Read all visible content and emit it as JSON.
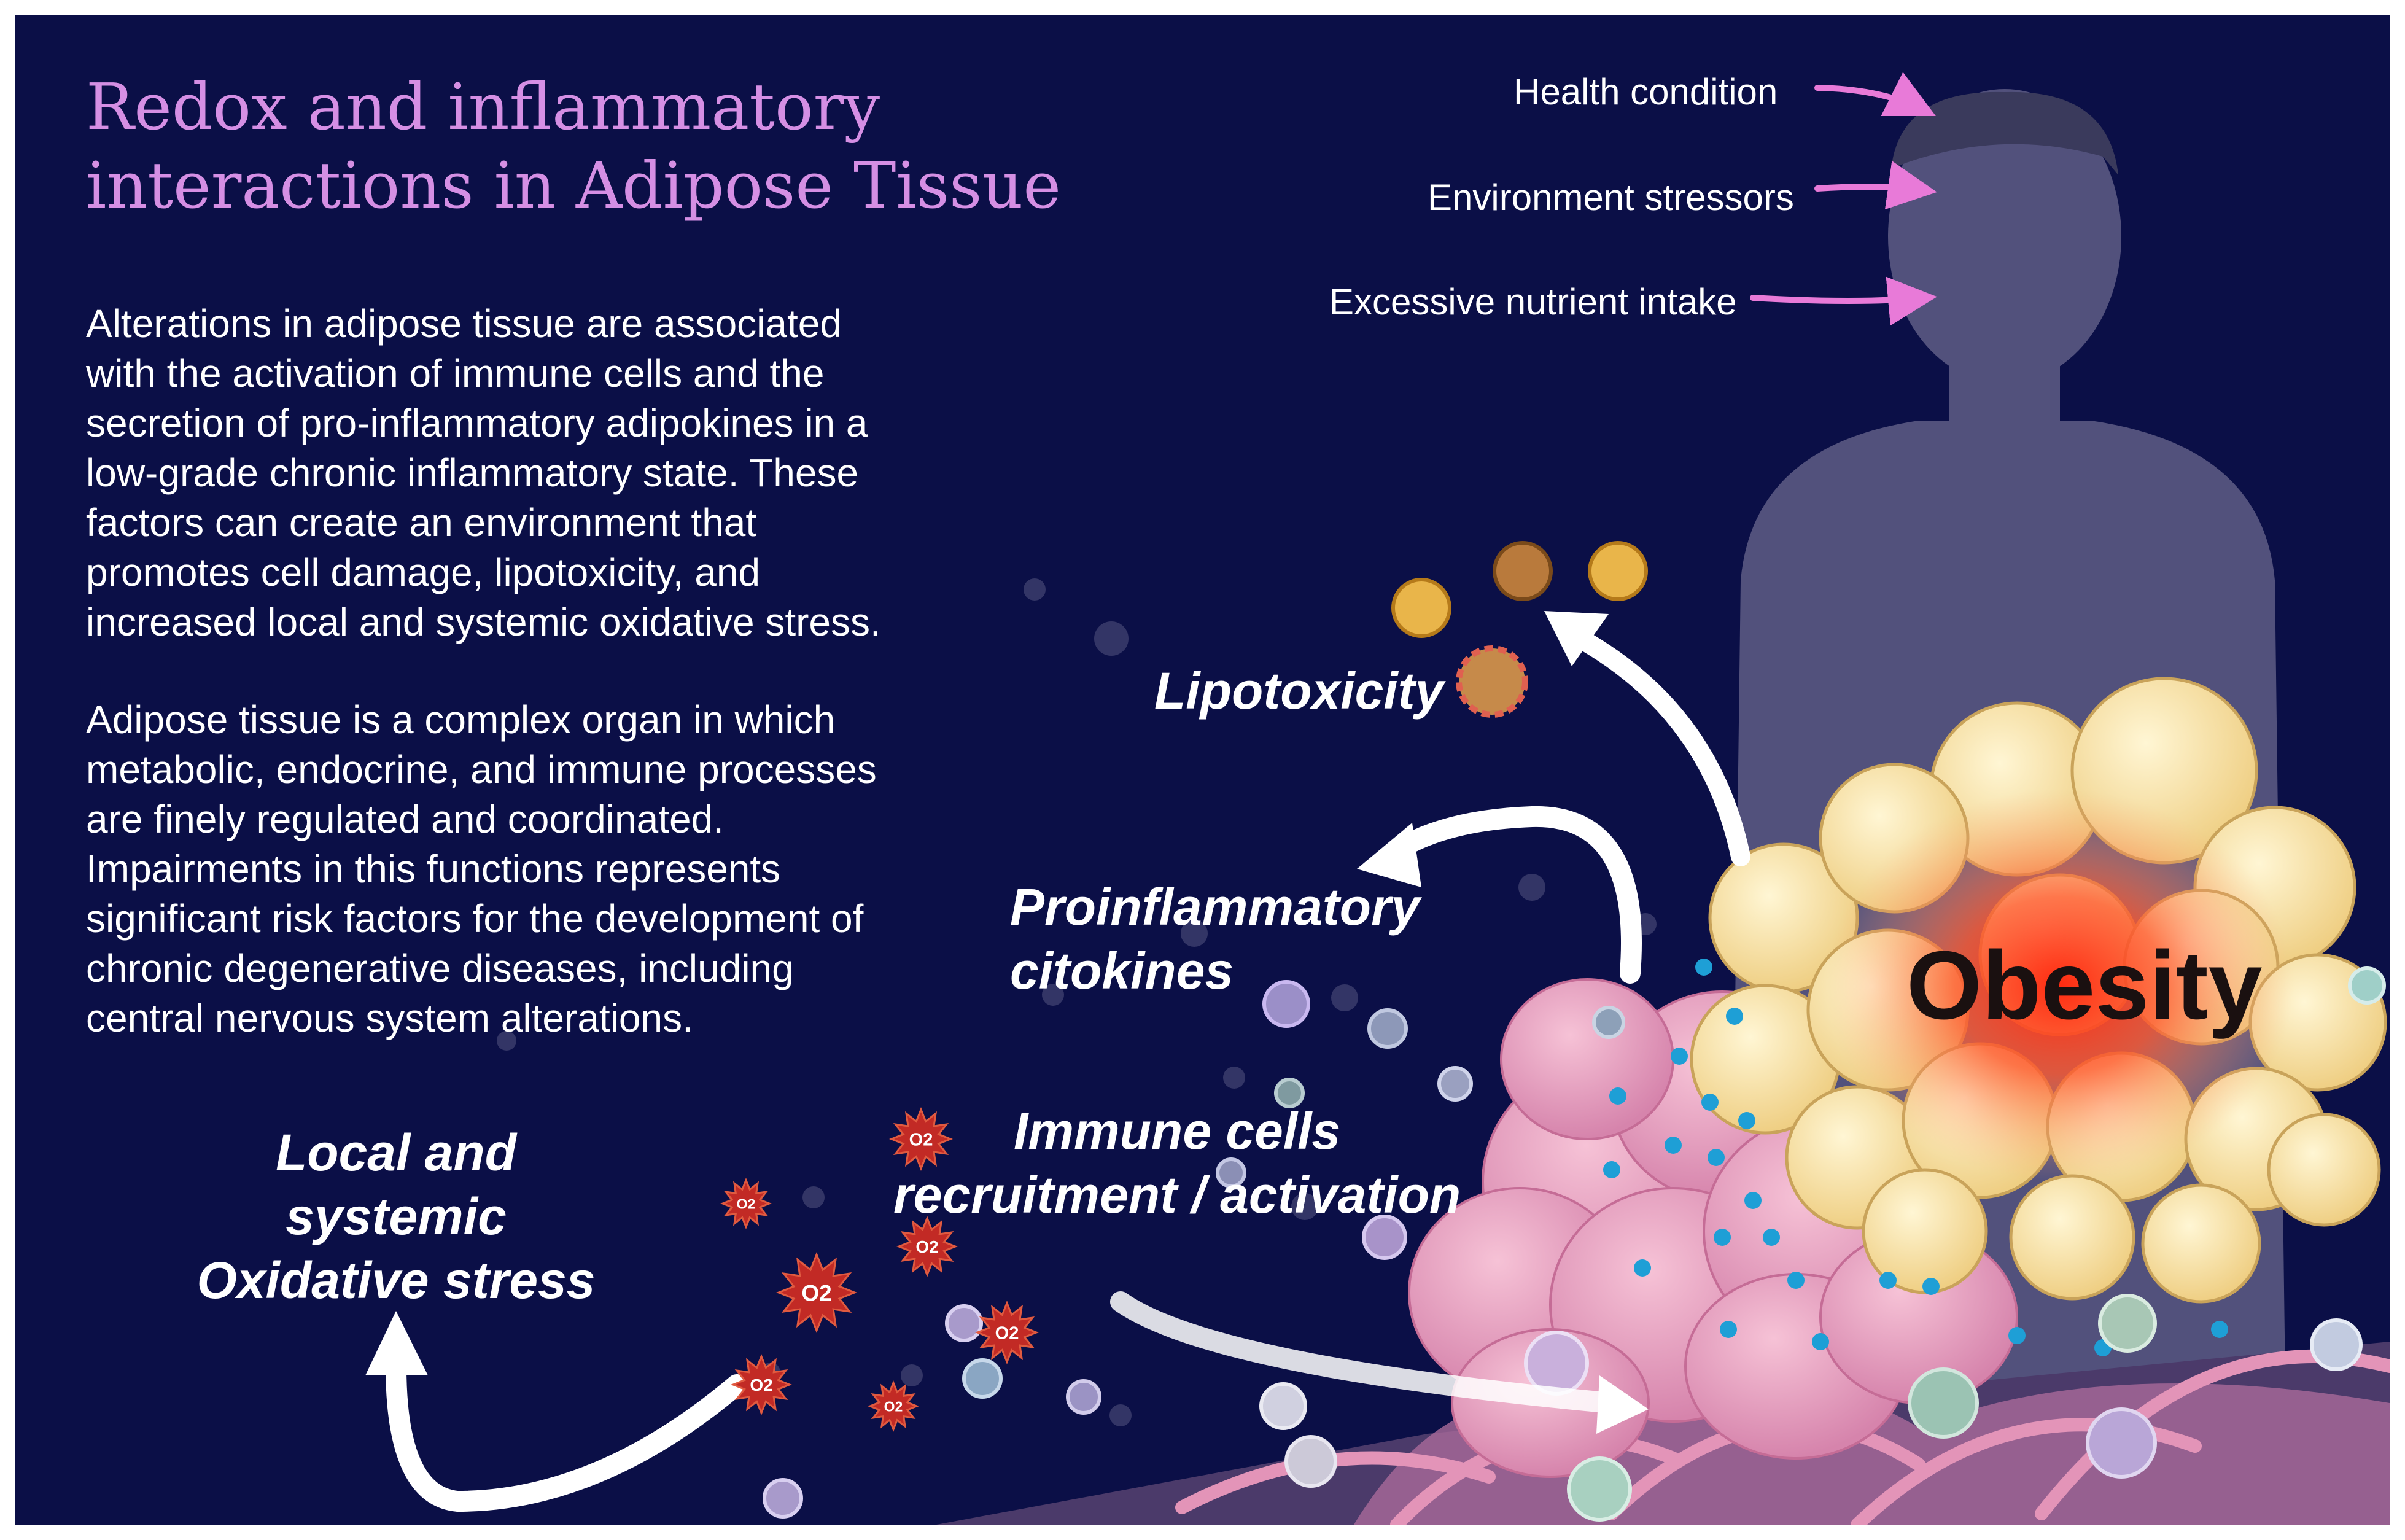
{
  "title": {
    "line1": "Redox  and inflammatory",
    "line2": "interactions in Adipose Tissue"
  },
  "paragraph1": [
    "Alterations in adipose tissue are associated",
    "with the activation of immune cells and the",
    "secretion of pro-inflammatory adipokines in a",
    "low-grade chronic inflammatory state. These",
    "factors can create an environment that",
    "promotes cell damage, lipotoxicity, and",
    "increased local and systemic oxidative stress."
  ],
  "paragraph2": [
    "Adipose tissue is a complex organ in which",
    "metabolic, endocrine, and immune processes",
    "are finely regulated and coordinated.",
    "Impairments in this functions represents",
    "significant risk factors for the development of",
    "chronic degenerative diseases, including",
    "central nervous system alterations."
  ],
  "factors": {
    "health": "Health condition",
    "environment": "Environment stressors",
    "nutrient": "Excessive nutrient intake"
  },
  "labels": {
    "lipotoxicity": "Lipotoxicity",
    "proinflammatory_1": "Proinflammatory",
    "proinflammatory_2": "citokines",
    "immune_1": "Immune cells",
    "immune_2": "recruitment / activation",
    "oxidative_1": "Local and",
    "oxidative_2": "systemic",
    "oxidative_3": "Oxidative stress",
    "obesity": "Obesity"
  },
  "ros_label": "O2",
  "colors": {
    "background": "#0b0f47",
    "title": "#d58fe4",
    "factor_arrow": "#e87ad8",
    "fat_cell": "#f6e2a4",
    "tissue": "#e7a0be",
    "ros": "#c22a25",
    "obesity_glow": "#ff2a10"
  },
  "icons": [
    "person-silhouette",
    "arrow-icon",
    "adipocyte-cluster",
    "ros-star-icon",
    "immune-cell-icon",
    "lipid-droplet-icon"
  ]
}
